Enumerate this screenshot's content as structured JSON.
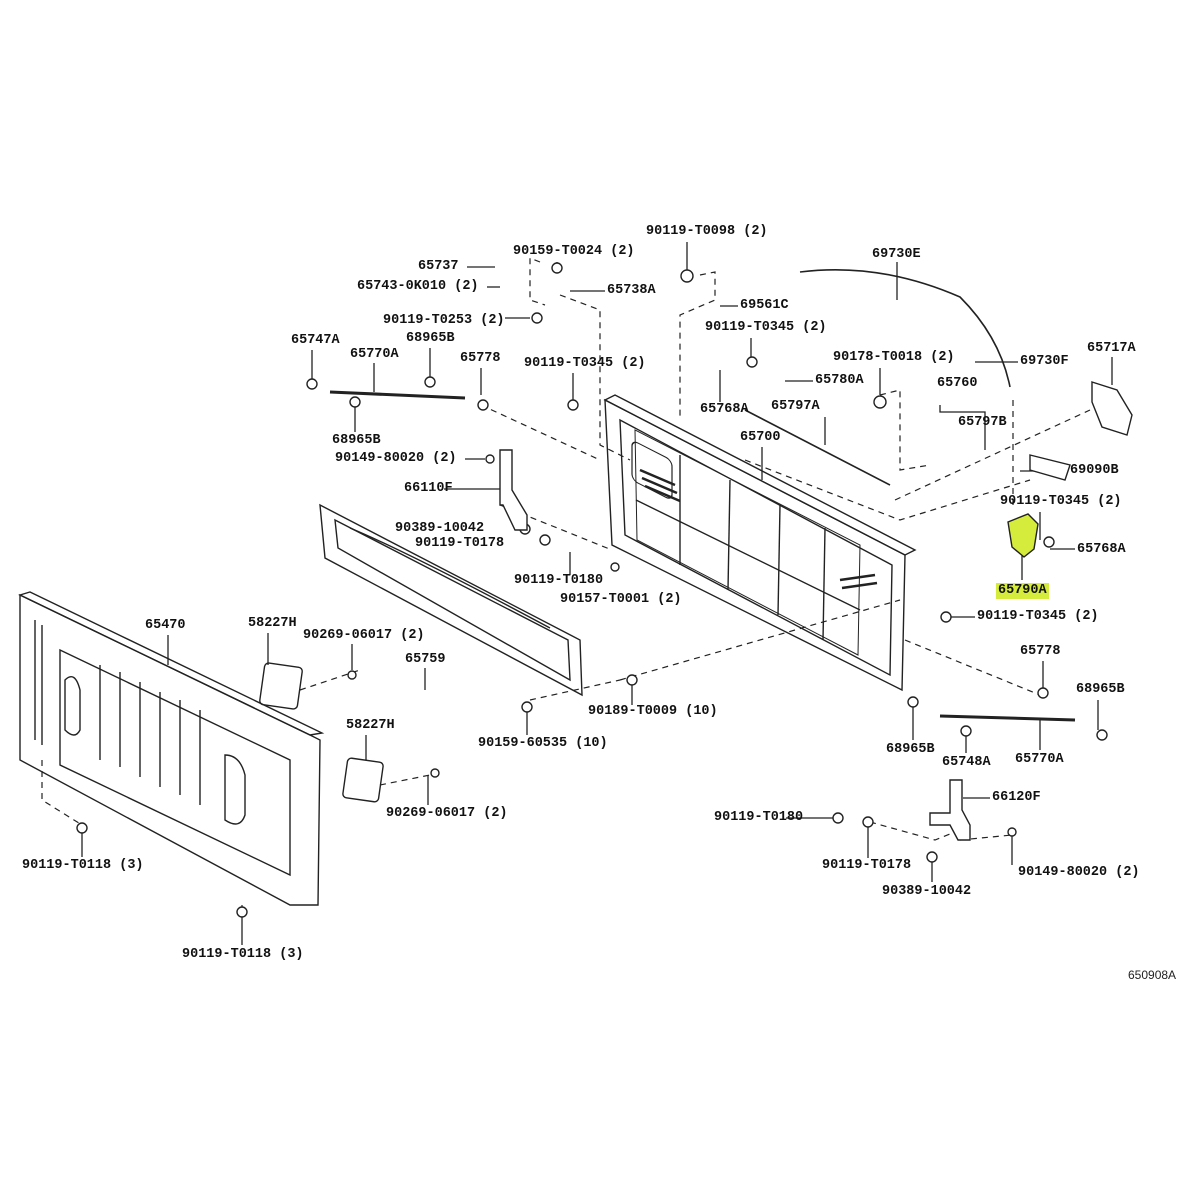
{
  "diagram_code": "650908A",
  "highlight_color": "#d6ec3c",
  "labels": [
    {
      "text": "90159-T0024 (2)"
    },
    {
      "text": "90119-T0098 (2)"
    },
    {
      "text": "65737"
    },
    {
      "text": "65743-0K010 (2)"
    },
    {
      "text": "65738A"
    },
    {
      "text": "69730E"
    },
    {
      "text": "69561C"
    },
    {
      "text": "90119-T0253 (2)"
    },
    {
      "text": "90119-T0345 (2)"
    },
    {
      "text": "65747A"
    },
    {
      "text": "65770A"
    },
    {
      "text": "68965B"
    },
    {
      "text": "65778"
    },
    {
      "text": "90119-T0345 (2)"
    },
    {
      "text": "90178-T0018 (2)"
    },
    {
      "text": "69730F"
    },
    {
      "text": "65717A"
    },
    {
      "text": "65780A"
    },
    {
      "text": "65760"
    },
    {
      "text": "65768A"
    },
    {
      "text": "65797A"
    },
    {
      "text": "65700"
    },
    {
      "text": "65797B"
    },
    {
      "text": "68965B"
    },
    {
      "text": "90149-80020 (2)"
    },
    {
      "text": "69090B"
    },
    {
      "text": "66110F"
    },
    {
      "text": "90119-T0345 (2)"
    },
    {
      "text": "90389-10042"
    },
    {
      "text": "90119-T0178"
    },
    {
      "text": "65768A"
    },
    {
      "text": "90119-T0180"
    },
    {
      "text": "65790A",
      "highlighted": true
    },
    {
      "text": "90157-T0001 (2)"
    },
    {
      "text": "90119-T0345 (2)"
    },
    {
      "text": "65470"
    },
    {
      "text": "58227H"
    },
    {
      "text": "90269-06017 (2)"
    },
    {
      "text": "65759"
    },
    {
      "text": "65778"
    },
    {
      "text": "68965B"
    },
    {
      "text": "90189-T0009 (10)"
    },
    {
      "text": "90159-60535 (10)"
    },
    {
      "text": "68965B"
    },
    {
      "text": "58227H"
    },
    {
      "text": "65748A"
    },
    {
      "text": "65770A"
    },
    {
      "text": "66120F"
    },
    {
      "text": "90269-06017 (2)"
    },
    {
      "text": "90119-T0180"
    },
    {
      "text": "90119-T0118 (3)"
    },
    {
      "text": "90119-T0178"
    },
    {
      "text": "90149-80020 (2)"
    },
    {
      "text": "90389-10042"
    },
    {
      "text": "90119-T0118 (3)"
    }
  ]
}
